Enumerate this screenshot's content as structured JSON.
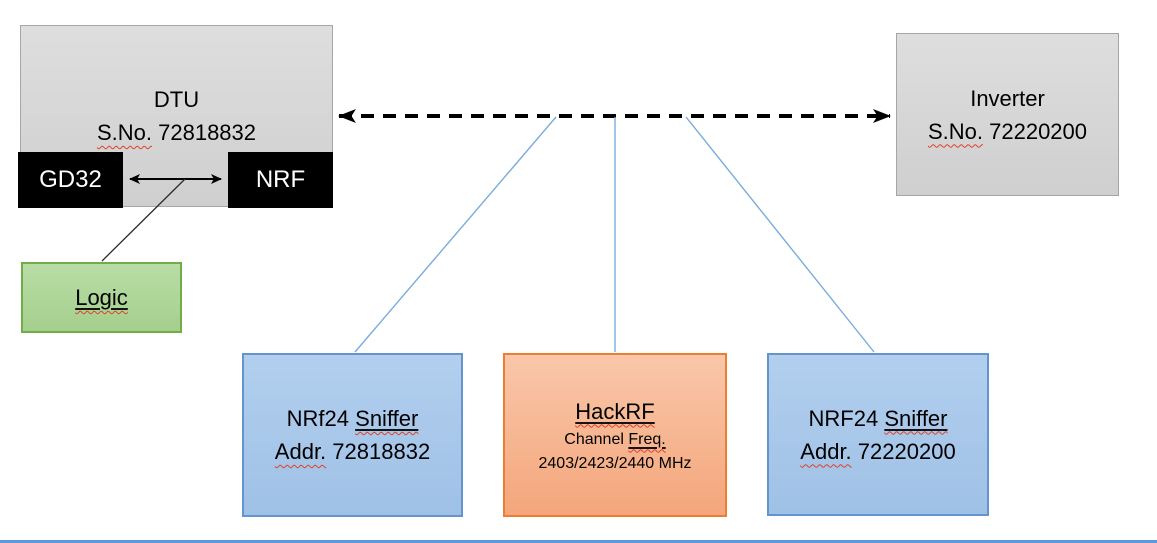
{
  "diagram": {
    "dtu": {
      "title": "DTU",
      "serial_label": "S.No.",
      "serial_number": "72818832"
    },
    "gd32_chip": {
      "label": "GD32"
    },
    "nrf_chip": {
      "label": "NRF"
    },
    "logic_analyzer": {
      "label": "Logic"
    },
    "inverter": {
      "title": "Inverter",
      "serial_label": "S.No.",
      "serial_number": "72220200"
    },
    "sniffer_left": {
      "device": "NRf24",
      "device_word": "Sniffer",
      "addr_label": "Addr.",
      "address": "72818832"
    },
    "hackrf": {
      "title": "HackRF",
      "channel_word": "Channel",
      "freq_word": "Freq.",
      "frequencies": "2403/2423/2440 MHz"
    },
    "sniffer_right": {
      "device": "NRF24",
      "device_word": "Sniffer",
      "addr_label": "Addr.",
      "address": "72220200"
    }
  },
  "colors": {
    "text": "#000000",
    "box_gray": "#cfcfcf",
    "box_gray_light": "#dedede",
    "box_gray_border": "#a6a6a6",
    "box_black": "#000000",
    "box_black_text": "#ffffff",
    "box_green": "#a5cf8d",
    "box_green_light": "#b8dda6",
    "box_green_border": "#70ad47",
    "box_blue": "#9fc1e6",
    "box_blue_light": "#b2cfee",
    "box_blue_border": "#6394ce",
    "box_orange": "#f4a67b",
    "box_orange_light": "#f9c7aa",
    "box_orange_border": "#ed7d31",
    "connector_blue": "#7aabdc",
    "arrow_black": "#000000",
    "spellcheck_red": "#e0402a",
    "bottom_edge_blue": "#5f9ad8"
  }
}
